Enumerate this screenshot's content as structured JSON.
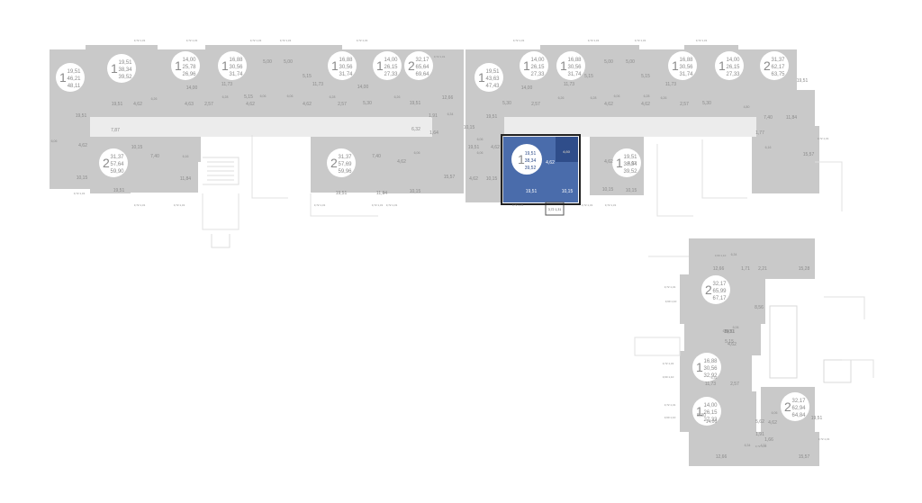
{
  "colors": {
    "wall": "#c9c9c9",
    "wall_dark": "#b4b4b4",
    "line": "#e2e2e2",
    "text": "#8a8a8a",
    "badge": "#ffffff",
    "highlight": "#4a6cab",
    "highlight_dark": "#2f4d8a"
  },
  "apartments": [
    {
      "id": "a1",
      "rooms": "1",
      "living": "19,51",
      "total": "46,21",
      "area": "48,11",
      "highlight": false
    },
    {
      "id": "a2",
      "rooms": "1",
      "living": "19,51",
      "total": "38,34",
      "area": "39,52",
      "highlight": false
    },
    {
      "id": "a3",
      "rooms": "1",
      "living": "14,00",
      "total": "25,78",
      "area": "26,96",
      "highlight": false
    },
    {
      "id": "a4",
      "rooms": "1",
      "living": "16,88",
      "total": "30,56",
      "area": "31,74",
      "highlight": false
    },
    {
      "id": "a5",
      "rooms": "1",
      "living": "16,88",
      "total": "30,56",
      "area": "31,74",
      "highlight": false
    },
    {
      "id": "a6",
      "rooms": "1",
      "living": "14,00",
      "total": "26,15",
      "area": "27,33",
      "highlight": false
    },
    {
      "id": "a7",
      "rooms": "2",
      "living": "32,17",
      "total": "65,64",
      "area": "69,64",
      "highlight": false
    },
    {
      "id": "a8",
      "rooms": "2",
      "living": "31,37",
      "total": "57,64",
      "area": "59,90",
      "highlight": false
    },
    {
      "id": "a9",
      "rooms": "2",
      "living": "31,37",
      "total": "57,69",
      "area": "59,96",
      "highlight": false
    },
    {
      "id": "a10",
      "rooms": "1",
      "living": "19,51",
      "total": "43,63",
      "area": "47,43",
      "highlight": false
    },
    {
      "id": "a11",
      "rooms": "1",
      "living": "14,00",
      "total": "26,15",
      "area": "27,33",
      "highlight": false
    },
    {
      "id": "a12",
      "rooms": "1",
      "living": "16,88",
      "total": "30,56",
      "area": "31,74",
      "highlight": false
    },
    {
      "id": "a13",
      "rooms": "1",
      "living": "16,88",
      "total": "30,56",
      "area": "31,74",
      "highlight": false
    },
    {
      "id": "a14",
      "rooms": "1",
      "living": "14,00",
      "total": "26,15",
      "area": "27,33",
      "highlight": false
    },
    {
      "id": "a15",
      "rooms": "2",
      "living": "31,37",
      "total": "62,17",
      "area": "63,75",
      "highlight": false
    },
    {
      "id": "a16",
      "rooms": "1",
      "living": "19,51",
      "total": "38,34",
      "area": "39,52",
      "highlight": true
    },
    {
      "id": "a17",
      "rooms": "1",
      "living": "19,51",
      "total": "38,34",
      "area": "39,52",
      "highlight": false
    },
    {
      "id": "a18",
      "rooms": "2",
      "living": "32,17",
      "total": "65,99",
      "area": "67,17",
      "highlight": false
    },
    {
      "id": "a19",
      "rooms": "1",
      "living": "16,88",
      "total": "30,56",
      "area": "32,92",
      "highlight": false
    },
    {
      "id": "a20",
      "rooms": "1",
      "living": "14,00",
      "total": "26,15",
      "area": "27,33",
      "highlight": false
    },
    {
      "id": "a21",
      "rooms": "2",
      "living": "32,17",
      "total": "62,94",
      "area": "64,84",
      "highlight": false
    }
  ],
  "room_labels": [
    {
      "id": "r1",
      "text": "19,51"
    },
    {
      "id": "r2",
      "text": "4,62"
    },
    {
      "id": "r3",
      "text": "10,15"
    },
    {
      "id": "r4",
      "text": "19,51"
    },
    {
      "id": "r5",
      "text": "7,87"
    },
    {
      "id": "r6",
      "text": "10,15"
    },
    {
      "id": "r7",
      "text": "14,00"
    },
    {
      "id": "r8",
      "text": "4,62"
    },
    {
      "id": "r9",
      "text": "4,63"
    },
    {
      "id": "r10",
      "text": "2,57"
    },
    {
      "id": "r11",
      "text": "5,15"
    },
    {
      "id": "r12",
      "text": "11,73"
    },
    {
      "id": "r13",
      "text": "5,00"
    },
    {
      "id": "r14",
      "text": "5,00"
    },
    {
      "id": "r15",
      "text": "4,62"
    },
    {
      "id": "r16",
      "text": "4,62"
    },
    {
      "id": "r17",
      "text": "5,15"
    },
    {
      "id": "r18",
      "text": "11,73"
    },
    {
      "id": "r19",
      "text": "2,57"
    },
    {
      "id": "r20",
      "text": "14,00"
    },
    {
      "id": "r21",
      "text": "5,30"
    },
    {
      "id": "r22",
      "text": "19,51"
    },
    {
      "id": "r23",
      "text": "12,66"
    },
    {
      "id": "r24",
      "text": "1,91"
    },
    {
      "id": "r25",
      "text": "6,32"
    },
    {
      "id": "r26",
      "text": "1,64"
    },
    {
      "id": "r27",
      "text": "7,40"
    },
    {
      "id": "r28",
      "text": "11,84"
    },
    {
      "id": "r29",
      "text": "19,51"
    },
    {
      "id": "r30",
      "text": "7,40"
    },
    {
      "id": "r31",
      "text": "11,84"
    },
    {
      "id": "r32",
      "text": "19,51"
    },
    {
      "id": "r33",
      "text": "4,62"
    },
    {
      "id": "r34",
      "text": "10,15"
    },
    {
      "id": "r35",
      "text": "15,57"
    },
    {
      "id": "r36",
      "text": "19,51"
    },
    {
      "id": "r37",
      "text": "5,30"
    },
    {
      "id": "r38",
      "text": "4,62"
    },
    {
      "id": "r39",
      "text": "10,15"
    },
    {
      "id": "r40",
      "text": "14,00"
    },
    {
      "id": "r41",
      "text": "2,57"
    },
    {
      "id": "r42",
      "text": "11,73"
    },
    {
      "id": "r43",
      "text": "5,00"
    },
    {
      "id": "r44",
      "text": "5,15"
    },
    {
      "id": "r45",
      "text": "4,62"
    },
    {
      "id": "r46",
      "text": "5,00"
    },
    {
      "id": "r47",
      "text": "5,15"
    },
    {
      "id": "r48",
      "text": "4,62"
    },
    {
      "id": "r49",
      "text": "11,73"
    },
    {
      "id": "r50",
      "text": "2,57"
    },
    {
      "id": "r51",
      "text": "5,30"
    },
    {
      "id": "r52",
      "text": "19,51"
    },
    {
      "id": "r53",
      "text": "7,40"
    },
    {
      "id": "r54",
      "text": "11,84"
    },
    {
      "id": "r55",
      "text": "1,77"
    },
    {
      "id": "r56",
      "text": "15,57"
    },
    {
      "id": "r57",
      "text": "4,62"
    },
    {
      "id": "r58",
      "text": "10,15"
    },
    {
      "id": "r59",
      "text": "4,62"
    },
    {
      "id": "r60",
      "text": "10,15"
    },
    {
      "id": "r61",
      "text": "19,51"
    },
    {
      "id": "r62",
      "text": "4,62"
    },
    {
      "id": "r63",
      "text": "10,15"
    },
    {
      "id": "r64",
      "text": "12,66"
    },
    {
      "id": "r65",
      "text": "1,71"
    },
    {
      "id": "r66",
      "text": "2,21"
    },
    {
      "id": "r67",
      "text": "15,28"
    },
    {
      "id": "r68",
      "text": "19,51"
    },
    {
      "id": "r69",
      "text": "8,56"
    },
    {
      "id": "r70",
      "text": "5,00"
    },
    {
      "id": "r71",
      "text": "5,15"
    },
    {
      "id": "r72",
      "text": "4,62"
    },
    {
      "id": "r73",
      "text": "11,73"
    },
    {
      "id": "r74",
      "text": "2,57"
    },
    {
      "id": "r75",
      "text": "5,30"
    },
    {
      "id": "r76",
      "text": "5,62"
    },
    {
      "id": "r77",
      "text": "14,00"
    },
    {
      "id": "r78",
      "text": "19,51"
    },
    {
      "id": "r79",
      "text": "1,91"
    },
    {
      "id": "r80",
      "text": "1,66"
    },
    {
      "id": "r81",
      "text": "12,66"
    },
    {
      "id": "r82",
      "text": "15,57"
    },
    {
      "id": "r83",
      "text": "4,62"
    }
  ],
  "small_labels": [
    {
      "id": "s1",
      "text": "6,26"
    },
    {
      "id": "s2",
      "text": "6,28"
    },
    {
      "id": "s3",
      "text": "6,06"
    },
    {
      "id": "s4",
      "text": "6,06"
    },
    {
      "id": "s5",
      "text": "6,28"
    },
    {
      "id": "s6",
      "text": "6,26"
    },
    {
      "id": "s7",
      "text": "6,34"
    },
    {
      "id": "s8",
      "text": "6,06"
    },
    {
      "id": "s9",
      "text": "6,16"
    },
    {
      "id": "s10",
      "text": "6,06"
    },
    {
      "id": "s11",
      "text": "6,26"
    },
    {
      "id": "s12",
      "text": "6,28"
    },
    {
      "id": "s13",
      "text": "6,06"
    },
    {
      "id": "s14",
      "text": "6,28"
    },
    {
      "id": "s15",
      "text": "6,26"
    },
    {
      "id": "s16",
      "text": "4,80"
    },
    {
      "id": "s17",
      "text": "6,06"
    },
    {
      "id": "s18",
      "text": "6,06"
    },
    {
      "id": "s19",
      "text": "6,16"
    },
    {
      "id": "s20",
      "text": "6,06"
    },
    {
      "id": "s21",
      "text": "6,34"
    },
    {
      "id": "s22",
      "text": "6,06"
    },
    {
      "id": "s23",
      "text": "4,31"
    },
    {
      "id": "s24",
      "text": "6,06"
    },
    {
      "id": "s25",
      "text": "6,34"
    },
    {
      "id": "s26",
      "text": "4,31"
    },
    {
      "id": "s27",
      "text": "4,60"
    }
  ],
  "balcony_labels": [
    {
      "id": "b1",
      "text": "3,72 1,31"
    },
    {
      "id": "b2",
      "text": "3,72 1,31"
    },
    {
      "id": "b3",
      "text": "3,72 1,31"
    },
    {
      "id": "b4",
      "text": "3,72 1,31"
    },
    {
      "id": "b5",
      "text": "3,72 1,31"
    },
    {
      "id": "b6",
      "text": "3,72 1,31"
    },
    {
      "id": "b7",
      "text": "3,72 1,31"
    },
    {
      "id": "b8",
      "text": "3,72 1,31"
    },
    {
      "id": "b9",
      "text": "3,72 1,31"
    },
    {
      "id": "b10",
      "text": "3,72 1,31"
    },
    {
      "id": "b11",
      "text": "3,72 1,31"
    },
    {
      "id": "b12",
      "text": "3,72 1,31"
    },
    {
      "id": "b13",
      "text": "3,72 1,31"
    },
    {
      "id": "b14",
      "text": "3,72 1,31"
    },
    {
      "id": "b15",
      "text": "3,72 1,31"
    },
    {
      "id": "b16",
      "text": "3,72 1,31"
    },
    {
      "id": "b17",
      "text": "3,72 1,31"
    },
    {
      "id": "b18",
      "text": "3,72 1,31"
    },
    {
      "id": "b19",
      "text": "3,72 1,31"
    },
    {
      "id": "b20",
      "text": "3,72 1,31"
    },
    {
      "id": "b21",
      "text": "3,72 1,31"
    },
    {
      "id": "b22",
      "text": "3,72 1,31"
    },
    {
      "id": "b23",
      "text": "3,72 1,31"
    },
    {
      "id": "b24",
      "text": "3,72 1,31"
    },
    {
      "id": "b25",
      "text": "3,60 1,10"
    },
    {
      "id": "b26",
      "text": "3,60 1,10"
    },
    {
      "id": "b27",
      "text": "3,60 1,10"
    },
    {
      "id": "b28",
      "text": "3,60 1,10"
    },
    {
      "id": "b29",
      "text": "3,72 1,31"
    }
  ],
  "highlight_rooms": [
    {
      "id": "h1",
      "text": "19,51"
    },
    {
      "id": "h2",
      "text": "4,62"
    },
    {
      "id": "h3",
      "text": "10,15"
    },
    {
      "id": "h4",
      "text": "4,60"
    },
    {
      "id": "h5",
      "text": "3,72 1,31"
    }
  ]
}
